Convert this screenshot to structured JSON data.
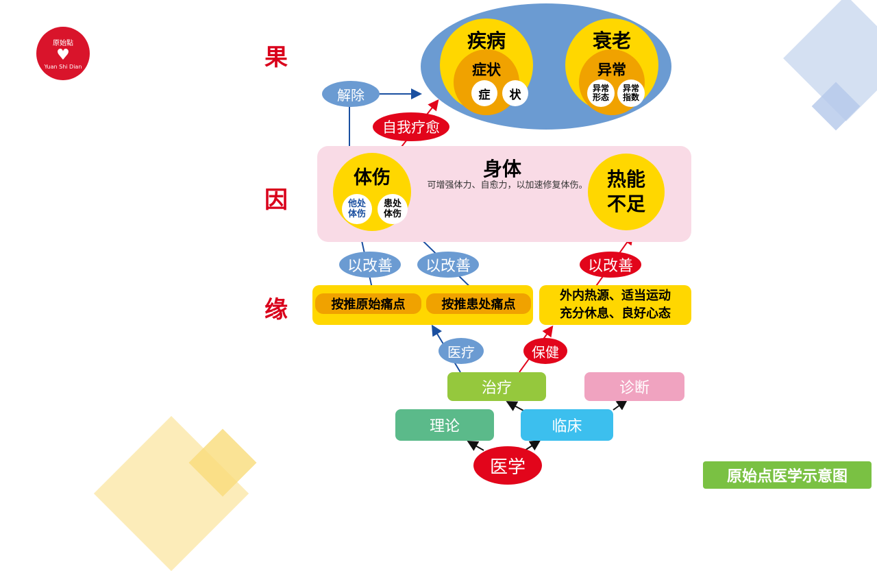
{
  "logo": {
    "text_cn": "原始點",
    "text_en": "Yuan Shi Dian"
  },
  "side_labels": {
    "guo": "果",
    "yin": "因",
    "yuan": "缘"
  },
  "result": {
    "disease": {
      "title": "疾病",
      "inner": "症状",
      "left": "症",
      "right": "状"
    },
    "aging": {
      "title": "衰老",
      "inner": "异常",
      "left": "异常形态",
      "right": "异常指数"
    }
  },
  "relieve": "解除",
  "self_heal": "自我疗愈",
  "body": {
    "title": "身体",
    "desc": "可增强体力、自愈力，以加速修复体伤。",
    "injury": {
      "title": "体伤",
      "other": "他处体伤",
      "affected": "患处体伤"
    },
    "heat": "热能不足"
  },
  "improve": [
    "以改善",
    "以改善",
    "以改善"
  ],
  "methods": {
    "original_point": "按推原始痛点",
    "affected_point": "按推患处痛点",
    "care_line1": "外内热源、适当运动",
    "care_line2": "充分休息、良好心态"
  },
  "medical_treatment": "医疗",
  "health_care": "保健",
  "treatment": "治疗",
  "diagnosis": "诊断",
  "theory": "理论",
  "clinical": "临床",
  "medicine": "医学",
  "badge": "原始点医学示意图"
}
